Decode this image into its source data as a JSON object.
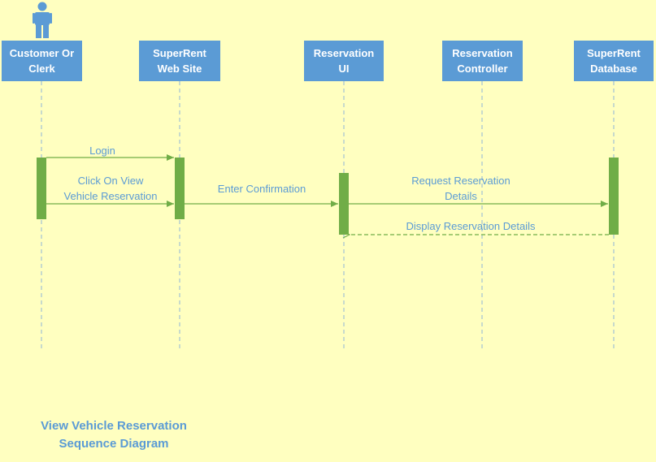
{
  "participants": [
    {
      "id": "customer",
      "label": "Customer Or\nClerk"
    },
    {
      "id": "website",
      "label": "SuperRent\nWeb Site"
    },
    {
      "id": "ui",
      "label": "Reservation\nUI"
    },
    {
      "id": "controller",
      "label": "Reservation\nController"
    },
    {
      "id": "database",
      "label": "SuperRent\nDatabase"
    }
  ],
  "actor_icon": "person-icon",
  "messages": [
    {
      "from": "customer",
      "to": "website",
      "label": "Login",
      "style": "solid"
    },
    {
      "from": "customer",
      "to": "website",
      "label": "Click On View\nVehicle Reservation",
      "style": "solid"
    },
    {
      "from": "website",
      "to": "ui",
      "label": "Enter Confirmation",
      "style": "solid"
    },
    {
      "from": "ui",
      "to": "database",
      "label": "Request Reservation\nDetails",
      "style": "solid"
    },
    {
      "from": "database",
      "to": "ui",
      "label": "Display Reservation Details",
      "style": "dashed"
    }
  ],
  "caption": "View Vehicle Reservation\nSequence Diagram",
  "colors": {
    "background": "#ffffc0",
    "participant_fill": "#5b9bd5",
    "activation": "#70ad47",
    "message_line": "#70ad47",
    "text": "#5b9bd5",
    "lifeline": "#8fb4d8"
  }
}
